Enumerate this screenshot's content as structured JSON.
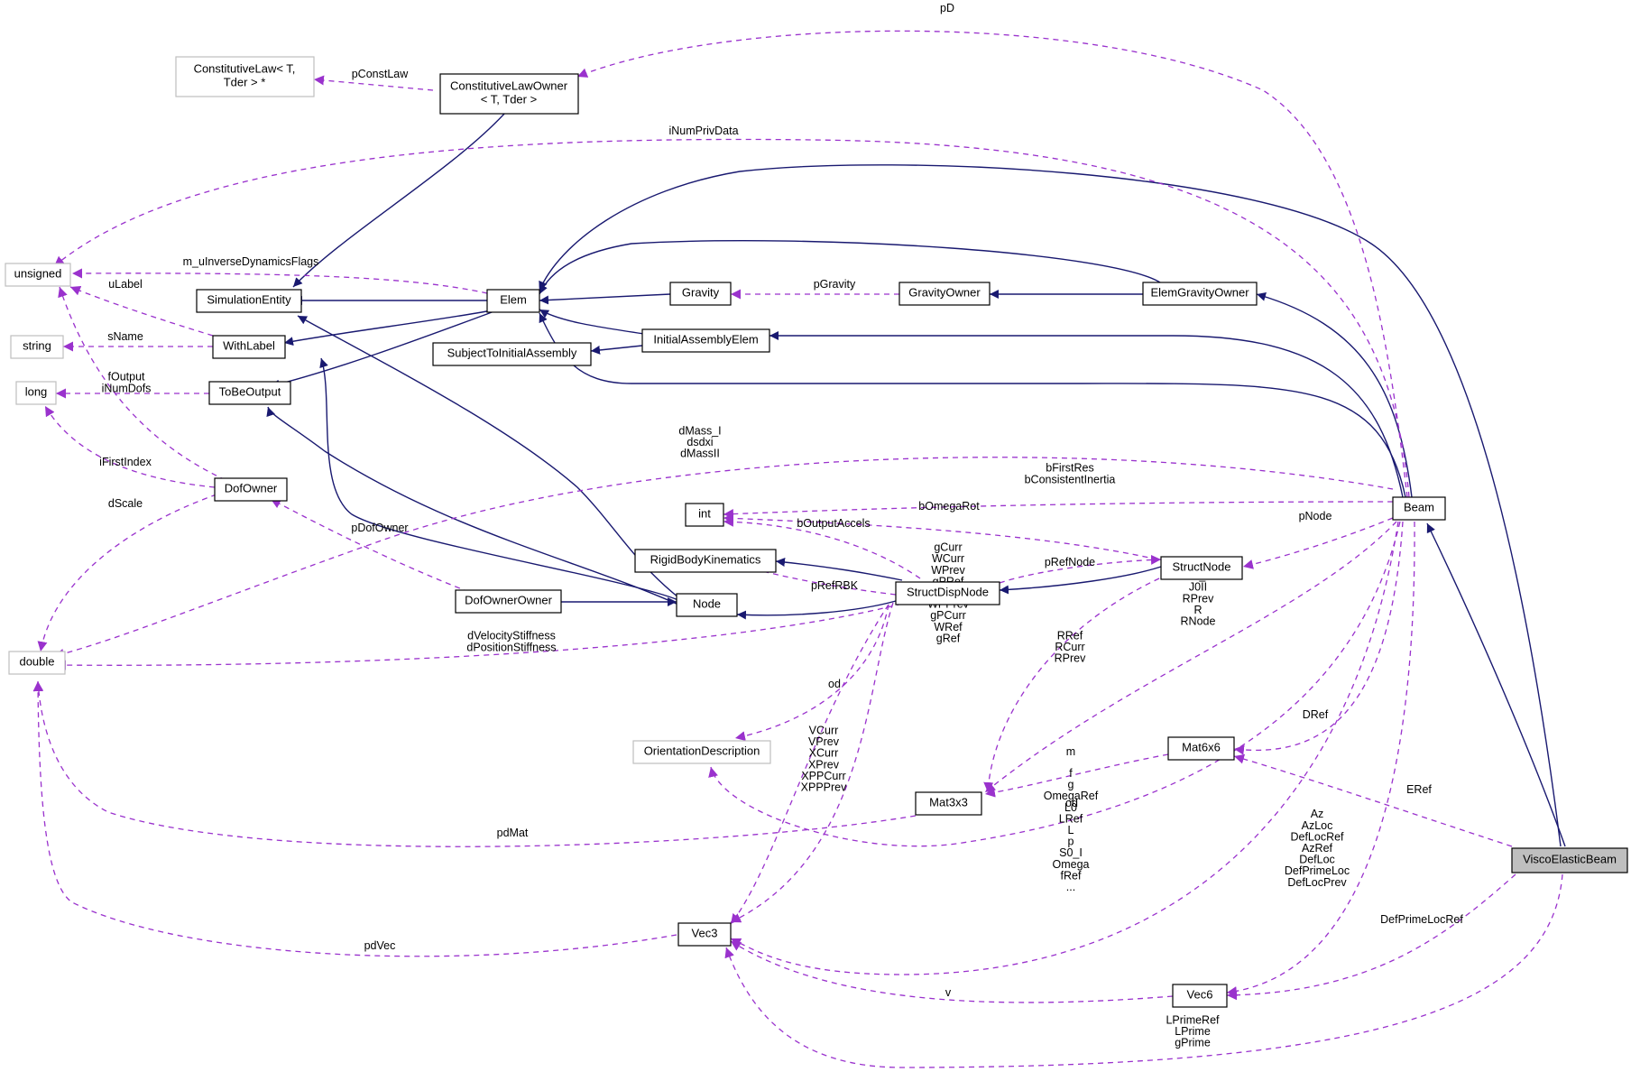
{
  "colors": {
    "inheritance_edge": "#191970",
    "usage_edge": "#9a32cd",
    "focus_node_fill": "#bfbfbf",
    "external_node_border": "#bfbfbf",
    "node_border": "#000000"
  },
  "nodes": {
    "constitutivelaw": [
      "ConstitutiveLaw< T,",
      "Tder > *"
    ],
    "constitutivelawowner": [
      "ConstitutiveLawOwner",
      "< T, Tder >"
    ],
    "unsigned": [
      "unsigned"
    ],
    "simulationentity": [
      "SimulationEntity"
    ],
    "elem": [
      "Elem"
    ],
    "gravity": [
      "Gravity"
    ],
    "gravityowner": [
      "GravityOwner"
    ],
    "elemgravityowner": [
      "ElemGravityOwner"
    ],
    "string": [
      "string"
    ],
    "withlabel": [
      "WithLabel"
    ],
    "initialassemblyelem": [
      "InitialAssemblyElem"
    ],
    "subjecttoinitialassembly": [
      "SubjectToInitialAssembly"
    ],
    "long": [
      "long"
    ],
    "tobeoutput": [
      "ToBeOutput"
    ],
    "dofowner": [
      "DofOwner"
    ],
    "int": [
      "int"
    ],
    "beam": [
      "Beam"
    ],
    "rigidbodykinematics": [
      "RigidBodyKinematics"
    ],
    "structnode": [
      "StructNode"
    ],
    "structdispnode": [
      "StructDispNode"
    ],
    "dofownerowner": [
      "DofOwnerOwner"
    ],
    "node": [
      "Node"
    ],
    "double": [
      "double"
    ],
    "orientationdescription": [
      "OrientationDescription"
    ],
    "mat6x6": [
      "Mat6x6"
    ],
    "mat3x3": [
      "Mat3x3"
    ],
    "viscoelasticbeam": [
      "ViscoElasticBeam"
    ],
    "vec3": [
      "Vec3"
    ],
    "vec6": [
      "Vec6"
    ]
  },
  "edge_labels": {
    "pD": [
      "pD"
    ],
    "pConstLaw": [
      "pConstLaw"
    ],
    "iNumPrivData": [
      "iNumPrivData"
    ],
    "m_uInverseDynamicsFlags": [
      "m_uInverseDynamicsFlags"
    ],
    "uLabel": [
      "uLabel"
    ],
    "pGravity": [
      "pGravity"
    ],
    "sName": [
      "sName"
    ],
    "fOutput_iNumDofs": [
      "fOutput",
      "iNumDofs"
    ],
    "dMass": [
      "dMass_I",
      "dsdxi",
      "dMassII"
    ],
    "bFirstRes": [
      "bFirstRes",
      "bConsistentInertia"
    ],
    "iFirstIndex": [
      "iFirstIndex"
    ],
    "dScale": [
      "dScale"
    ],
    "bOmegaRot": [
      "bOmegaRot"
    ],
    "pNode": [
      "pNode"
    ],
    "pDofOwner": [
      "pDofOwner"
    ],
    "bOutputAccels": [
      "bOutputAccels"
    ],
    "pRefNode": [
      "pRefNode"
    ],
    "pRefRBK": [
      "pRefRBK"
    ],
    "structnode_mats": [
      "RRef",
      "J0_I",
      "J0II",
      "RPrev",
      "R",
      "RNode"
    ],
    "structdisp_vecs": [
      "gCurr",
      "WCurr",
      "WPrev",
      "gPRef",
      "WPCurr",
      "WPPrev",
      "gPCurr",
      "WRef",
      "gRef"
    ],
    "beam_mats": [
      "RRef",
      "RCurr",
      "RPrev"
    ],
    "dVelocityStiffness": [
      "dVelocityStiffness",
      "dPositionStiffness"
    ],
    "od1": [
      "od"
    ],
    "DRef": [
      "DRef"
    ],
    "m": [
      "m"
    ],
    "node_vecs": [
      "VCurr",
      "VPrev",
      "XCurr",
      "XPrev",
      "XPPCurr",
      "XPPPrev"
    ],
    "ERef": [
      "ERef"
    ],
    "od2": [
      "od"
    ],
    "pdMat": [
      "pdMat"
    ],
    "beam_vec3": [
      "f",
      "g",
      "OmegaRef",
      "L0",
      "LRef",
      "L",
      "p",
      "S0_I",
      "Omega",
      "fRef",
      "..."
    ],
    "beam_vec6": [
      "Az",
      "AzLoc",
      "DefLocRef",
      "AzRef",
      "DefLoc",
      "DefPrimeLoc",
      "DefLocPrev"
    ],
    "DefPrimeLocRef": [
      "DefPrimeLocRef"
    ],
    "pdVec": [
      "pdVec"
    ],
    "v": [
      "v"
    ],
    "lprime": [
      "LPrimeRef",
      "LPrime",
      "gPrime"
    ]
  }
}
